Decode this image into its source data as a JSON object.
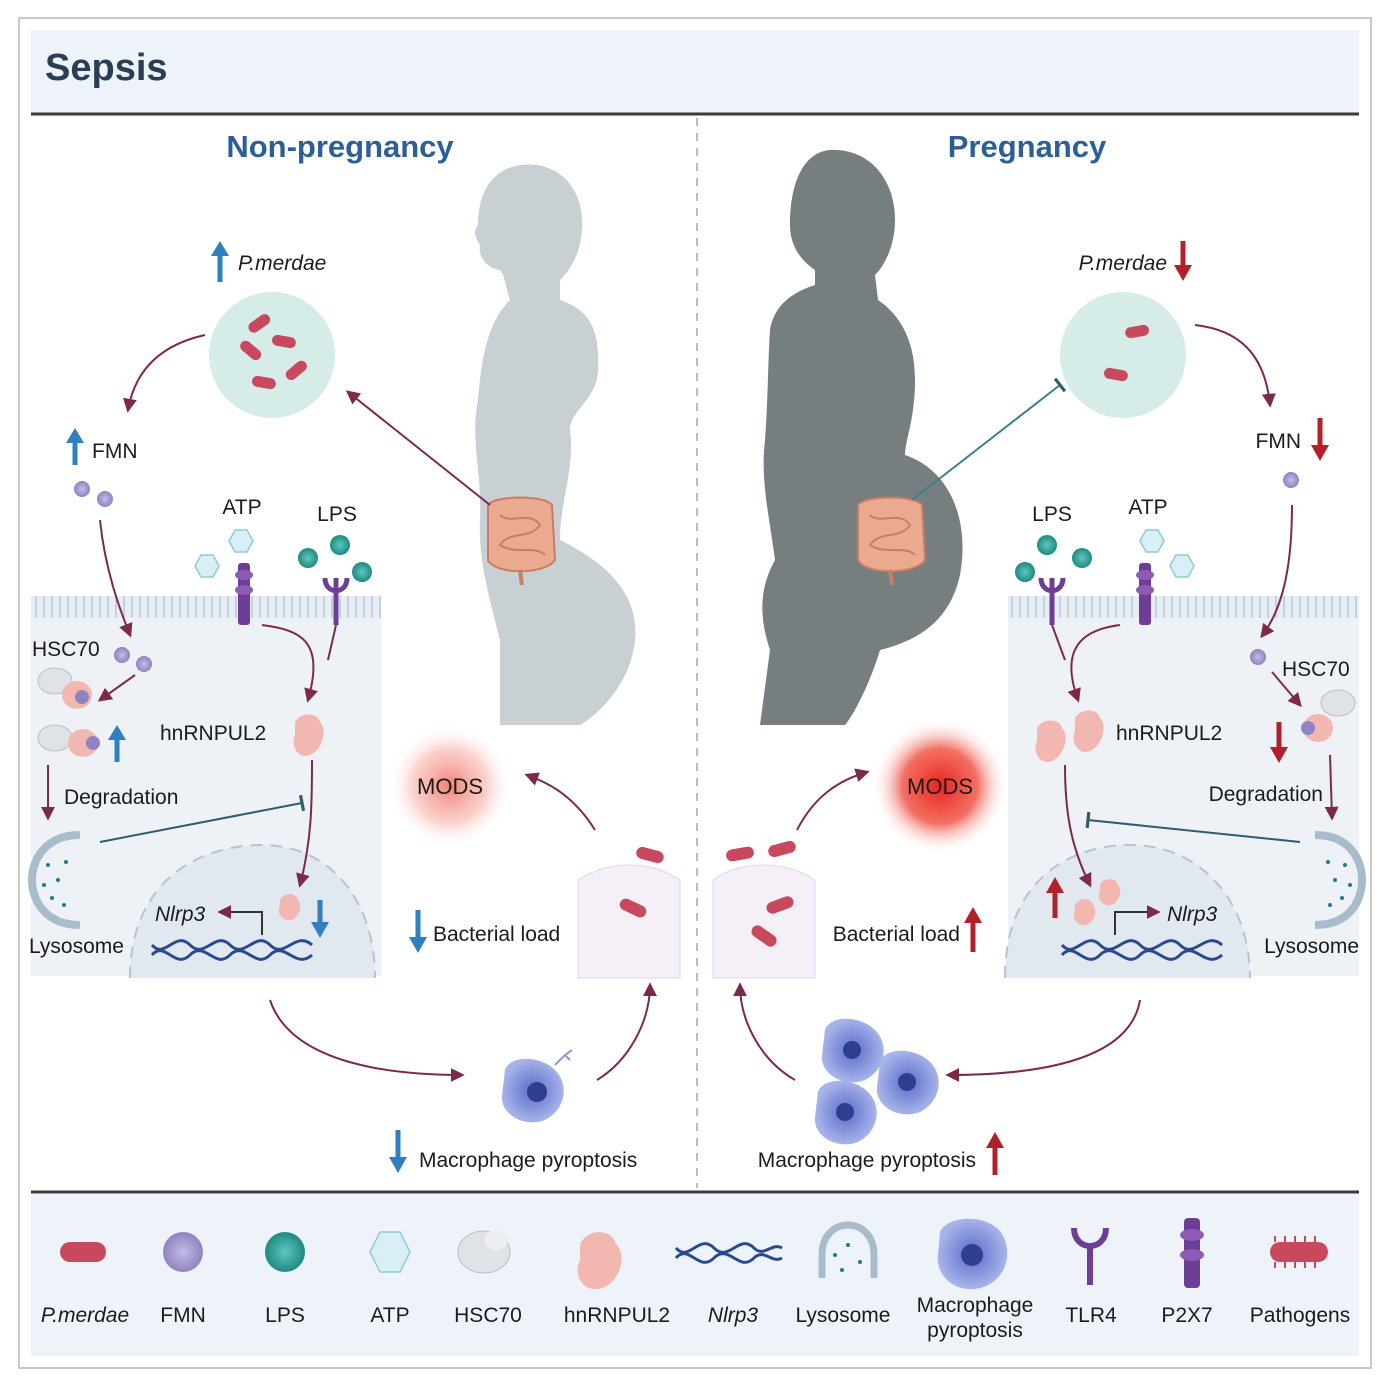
{
  "title": "Sepsis",
  "panels": {
    "left": {
      "heading": "Non-pregnancy",
      "bacteria": "P.merdae",
      "fmn": "FMN",
      "atp": "ATP",
      "lps": "LPS",
      "hsc70": "HSC70",
      "hnrnpul2": "hnRNPUL2",
      "degradation": "Degradation",
      "lysosome": "Lysosome",
      "nlrp3": "Nlrp3",
      "mods": "MODS",
      "bacterial_load": "Bacterial load",
      "pyroptosis": "Macrophage pyroptosis"
    },
    "right": {
      "heading": "Pregnancy",
      "bacteria": "P.merdae",
      "fmn": "FMN",
      "atp": "ATP",
      "lps": "LPS",
      "hsc70": "HSC70",
      "hnrnpul2": "hnRNPUL2",
      "degradation": "Degradation",
      "lysosome": "Lysosome",
      "nlrp3": "Nlrp3",
      "mods": "MODS",
      "bacterial_load": "Bacterial load",
      "pyroptosis": "Macrophage pyroptosis"
    }
  },
  "legend": {
    "pmerdae": "P.merdae",
    "fmn": "FMN",
    "lps": "LPS",
    "atp": "ATP",
    "hsc70": "HSC70",
    "hnrnpul2": "hnRNPUL2",
    "nlrp3": "Nlrp3",
    "lysosome": "Lysosome",
    "macrophage_line1": "Macrophage",
    "macrophage_line2": "pyroptosis",
    "tlr4": "TLR4",
    "p2x7": "P2X7",
    "pathogens": "Pathogens"
  },
  "colors": {
    "up_blue": "#2f7fc1",
    "down_red": "#b3202a",
    "pathway_arrow": "#7d2a4a",
    "heading_blue": "#2c5f97",
    "mods_red": "#e8231c",
    "bacteria": "#c8485e",
    "fmn": "#9c8fcc",
    "lps": "#2a9d94",
    "atp": "#bfe4ec",
    "receptor": "#6d3e96"
  }
}
